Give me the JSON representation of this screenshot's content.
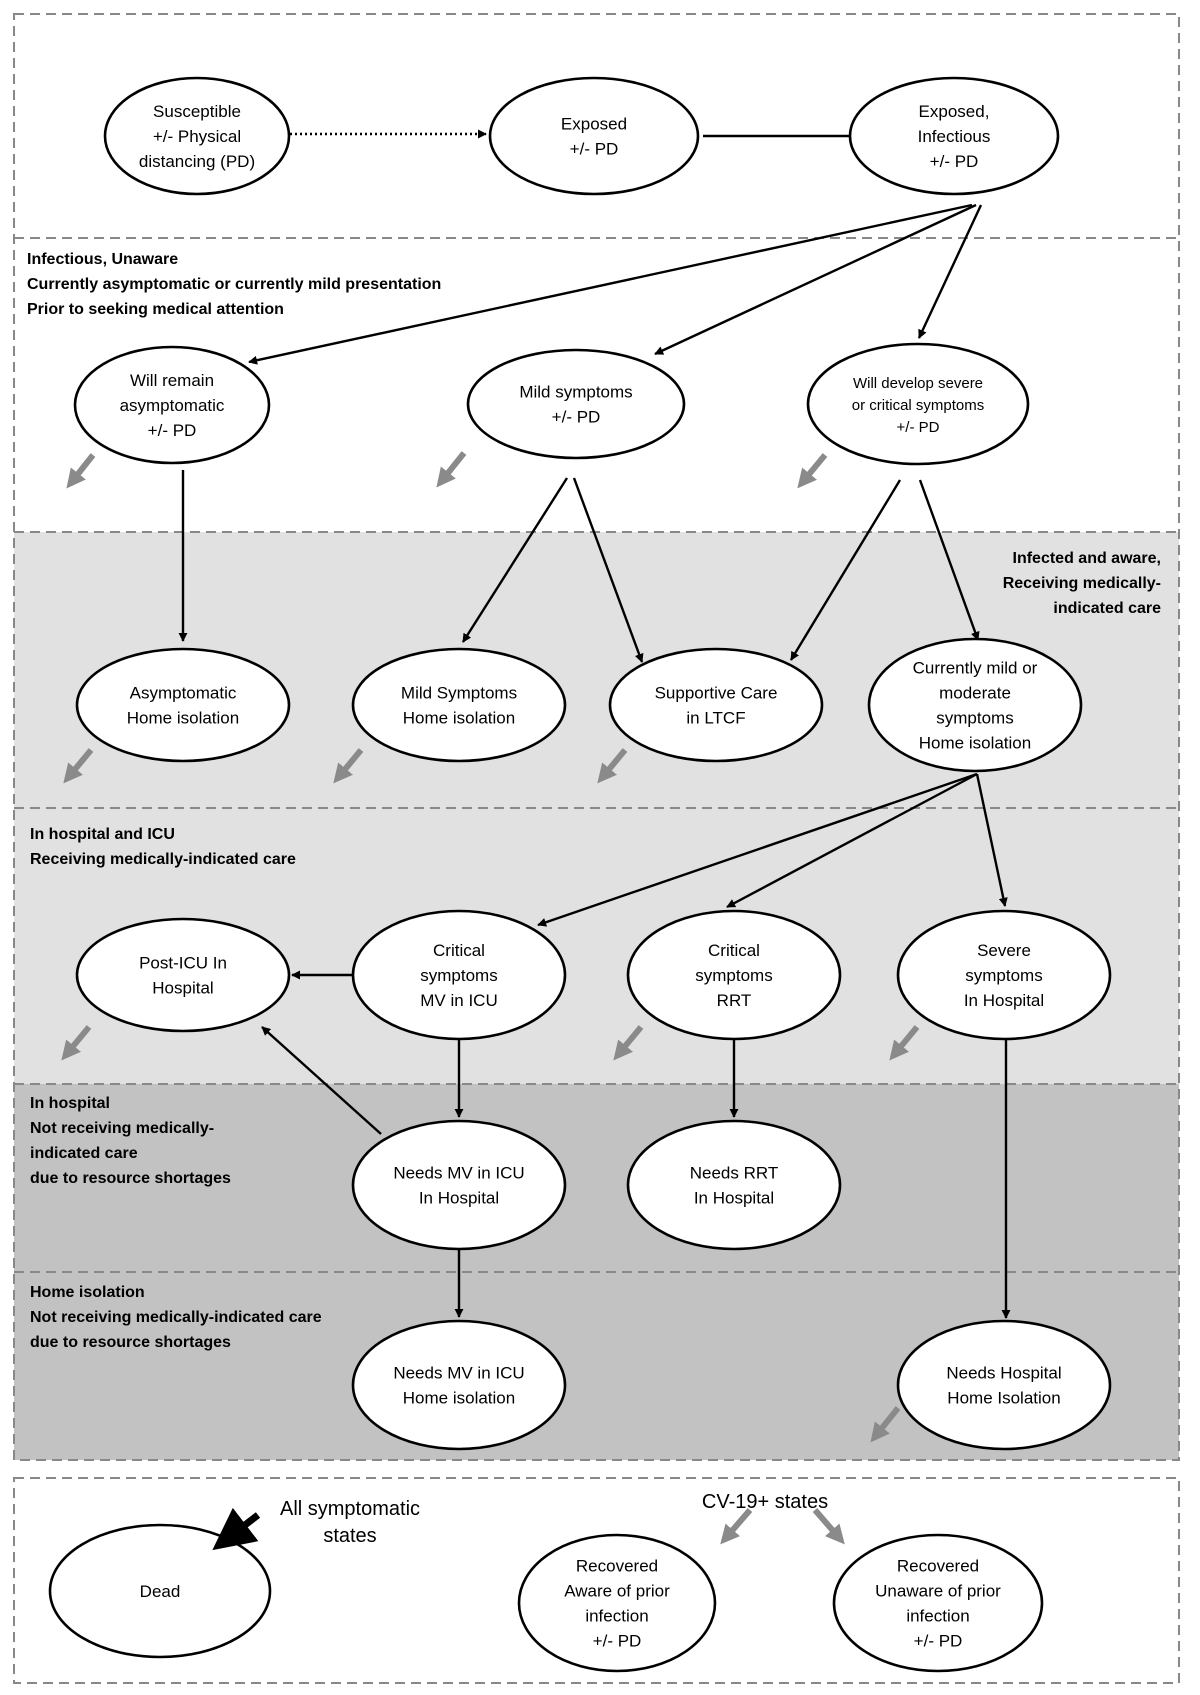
{
  "zones": [
    {
      "id": "z-exposure",
      "fill": "#ffffff",
      "lines": []
    },
    {
      "id": "z-unaware",
      "fill": "#ffffff",
      "lines": [
        "Infectious, Unaware",
        "Currently asymptomatic or currently mild presentation",
        "Prior to seeking medical attention"
      ],
      "align": "left"
    },
    {
      "id": "z-aware",
      "fill": "#e1e1e1",
      "lines": [
        "Infected and aware,",
        "Receiving medically-",
        "indicated care"
      ],
      "align": "right"
    },
    {
      "id": "z-icu",
      "fill": "#e1e1e1",
      "lines": [
        "In hospital and ICU",
        "Receiving medically-indicated care"
      ],
      "align": "left"
    },
    {
      "id": "z-shortage-hospital",
      "fill": "#c2c2c2",
      "lines": [
        "In hospital",
        "Not receiving medically-",
        "indicated care",
        "due to resource shortages"
      ],
      "align": "left"
    },
    {
      "id": "z-shortage-home",
      "fill": "#c2c2c2",
      "lines": [
        "Home isolation",
        "Not receiving medically-indicated care",
        "due to resource shortages"
      ],
      "align": "left"
    },
    {
      "id": "z-outcomes",
      "fill": "#ffffff",
      "lines": []
    }
  ],
  "nodes": [
    {
      "id": "susceptible",
      "lines": [
        "Susceptible",
        "+/- Physical",
        "distancing (PD)"
      ]
    },
    {
      "id": "exposed",
      "lines": [
        "Exposed",
        "+/- PD"
      ]
    },
    {
      "id": "exposed-infectious",
      "lines": [
        "Exposed,",
        "Infectious",
        "+/- PD"
      ]
    },
    {
      "id": "will-remain-asymptomatic",
      "lines": [
        "Will remain",
        "asymptomatic",
        "+/- PD"
      ]
    },
    {
      "id": "mild-symptoms",
      "lines": [
        "Mild symptoms",
        "+/- PD"
      ]
    },
    {
      "id": "will-develop-severe",
      "lines": [
        "Will develop severe",
        "or critical symptoms",
        "+/- PD"
      ]
    },
    {
      "id": "asymptomatic-home",
      "lines": [
        "Asymptomatic",
        "Home isolation"
      ]
    },
    {
      "id": "mild-home",
      "lines": [
        "Mild Symptoms",
        "Home isolation"
      ]
    },
    {
      "id": "supportive-ltcf",
      "lines": [
        "Supportive Care",
        "in LTCF"
      ]
    },
    {
      "id": "mild-moderate-home",
      "lines": [
        "Currently mild or",
        "moderate",
        "symptoms",
        "Home isolation"
      ]
    },
    {
      "id": "post-icu",
      "lines": [
        "Post-ICU In",
        "Hospital"
      ]
    },
    {
      "id": "critical-mv",
      "lines": [
        "Critical",
        "symptoms",
        "MV in ICU"
      ]
    },
    {
      "id": "critical-rrt",
      "lines": [
        "Critical",
        "symptoms",
        "RRT"
      ]
    },
    {
      "id": "severe-hospital",
      "lines": [
        "Severe",
        "symptoms",
        "In Hospital"
      ]
    },
    {
      "id": "needs-mv-hospital",
      "lines": [
        "Needs MV in ICU",
        "In Hospital"
      ]
    },
    {
      "id": "needs-rrt-hospital",
      "lines": [
        "Needs RRT",
        "In Hospital"
      ]
    },
    {
      "id": "needs-mv-home",
      "lines": [
        "Needs MV in ICU",
        "Home isolation"
      ]
    },
    {
      "id": "needs-hospital-home",
      "lines": [
        "Needs Hospital",
        "Home Isolation"
      ]
    },
    {
      "id": "dead",
      "lines": [
        "Dead"
      ]
    },
    {
      "id": "recovered-aware",
      "lines": [
        "Recovered",
        "Aware of prior",
        "infection",
        "+/- PD"
      ]
    },
    {
      "id": "recovered-unaware",
      "lines": [
        "Recovered",
        "Unaware of prior",
        "infection",
        "+/- PD"
      ]
    }
  ],
  "legend": {
    "all_symptomatic": [
      "All symptomatic",
      "states"
    ],
    "cv19_states": "CV-19+ states"
  },
  "colors": {
    "stroke": "#000000",
    "gray_arrow": "#8a8a8a",
    "dashed_border": "#888888"
  }
}
